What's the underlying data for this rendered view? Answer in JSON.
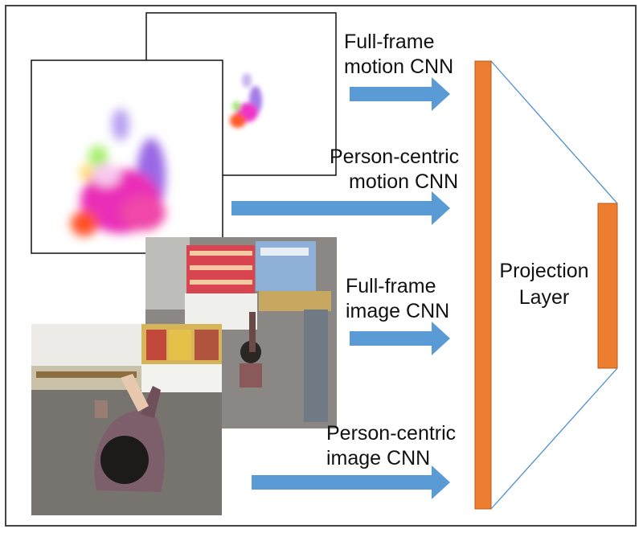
{
  "labels": {
    "full_frame_motion": [
      "Full-frame",
      "motion CNN"
    ],
    "person_centric_motion": [
      "Person-centric",
      "motion CNN"
    ],
    "full_frame_image": [
      "Full-frame",
      "image CNN"
    ],
    "person_centric_image": [
      "Person-centric",
      "image CNN"
    ],
    "projection_layer": [
      "Projection",
      "Layer"
    ]
  },
  "colors": {
    "arrow": "#5b9bd5",
    "bar": "#ed7d31",
    "connector": "#4f8fd0",
    "floor": "#7a7672",
    "shelf": "#e9e9e6"
  }
}
